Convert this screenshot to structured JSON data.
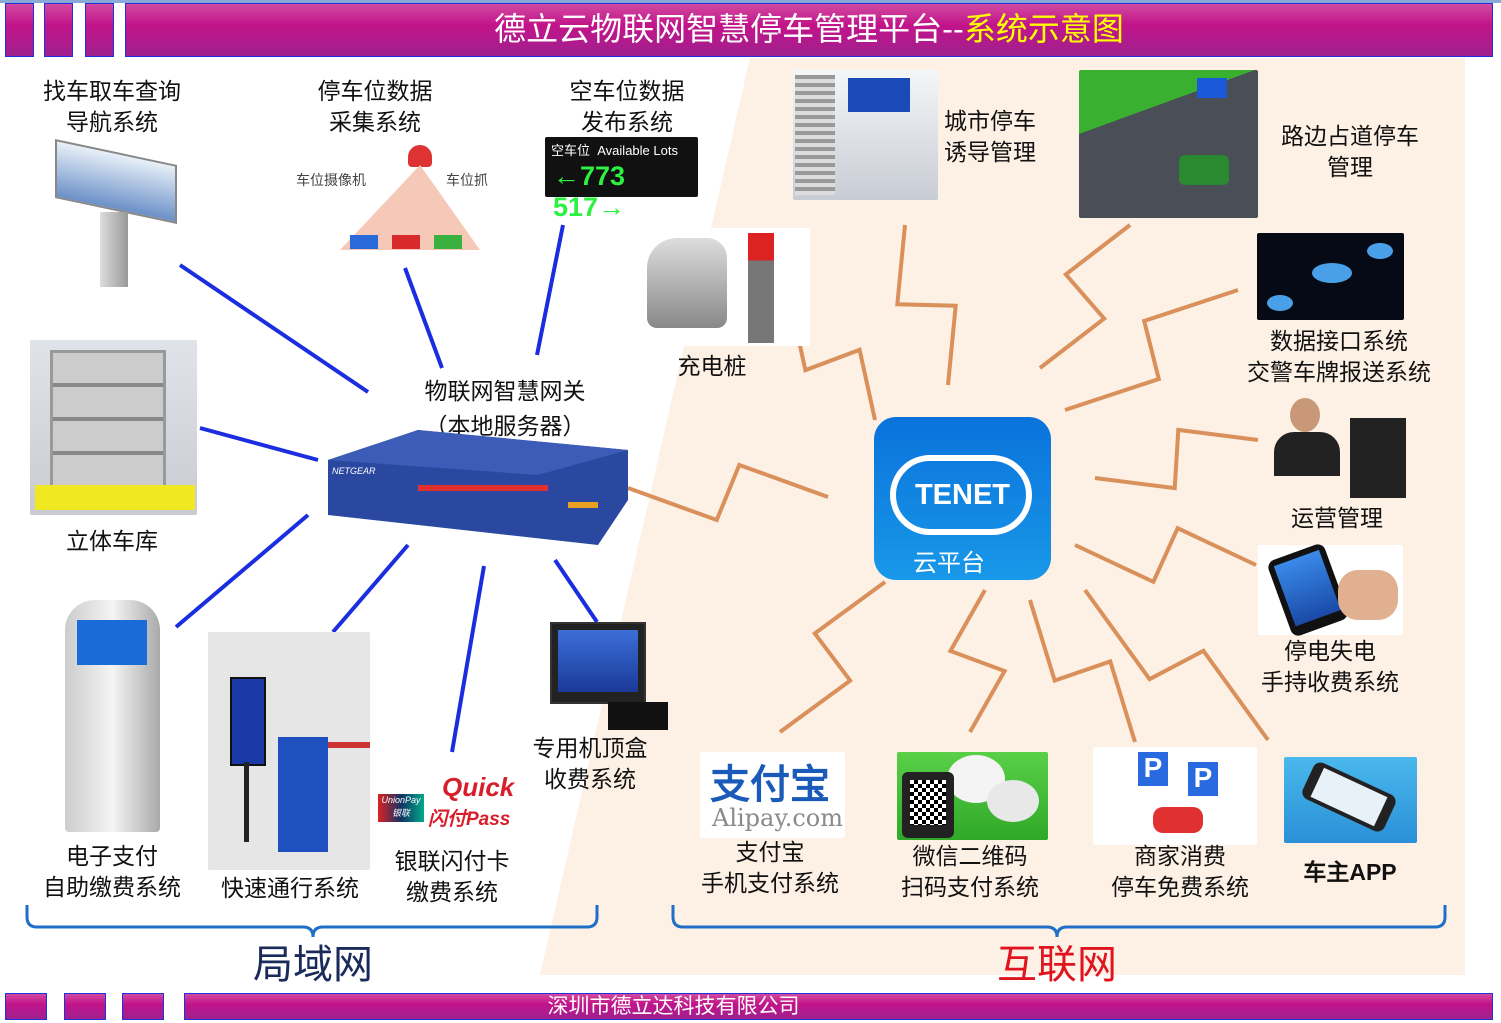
{
  "header": {
    "title_main": "德立云物联网智慧停车管理平台--",
    "title_sub": "系统示意图"
  },
  "footer": {
    "company": "深圳市德立达科技有限公司"
  },
  "gateway": {
    "line1": "物联网智慧网关",
    "line2": "（本地服务器）",
    "brand": "NETGEAR"
  },
  "cloud": {
    "logo": "TENET",
    "label": "云平台"
  },
  "local": {
    "find_car": [
      "找车取车查询",
      "导航系统"
    ],
    "space_collect": [
      "停车位数据",
      "采集系统"
    ],
    "camera_labels": [
      "车位摄像机",
      "车位抓"
    ],
    "space_publish": [
      "空车位数据",
      "发布系统"
    ],
    "sign": {
      "cn": "空车位",
      "en": "Available Lots",
      "value": "773 517"
    },
    "garage": "立体车库",
    "charger": "充电桩",
    "kiosk": [
      "电子支付",
      "自助缴费系统"
    ],
    "fast_pass": "快速通行系统",
    "unionpay": [
      "银联闪付卡",
      "缴费系统"
    ],
    "unionpay_logo": [
      "UnionPay",
      "银联",
      "Quick",
      "闪付Pass"
    ],
    "settop": [
      "专用机顶盒",
      "收费系统"
    ],
    "section": "局域网"
  },
  "internet": {
    "city_guide": [
      "城市停车",
      "诱导管理"
    ],
    "roadside": [
      "路边占道停车",
      "管理"
    ],
    "data_iface": [
      "数据接口系统",
      "交警车牌报送系统"
    ],
    "operation": "运营管理",
    "handheld": [
      "停电失电",
      "手持收费系统"
    ],
    "app": "车主APP",
    "merchant": [
      "商家消费",
      "停车免费系统"
    ],
    "wechat": [
      "微信二维码",
      "扫码支付系统"
    ],
    "alipay": [
      "支付宝",
      "手机支付系统"
    ],
    "alipay_logo": [
      "支付宝",
      "Alipay.com"
    ],
    "section": "互联网"
  },
  "colors": {
    "bar": "#c2148a",
    "accent_yellow": "#ffff00",
    "link_blue": "#1a2ee0",
    "bolt": "#d9905a",
    "peach": "#fdf0e4",
    "internet_red": "#e0141e"
  }
}
